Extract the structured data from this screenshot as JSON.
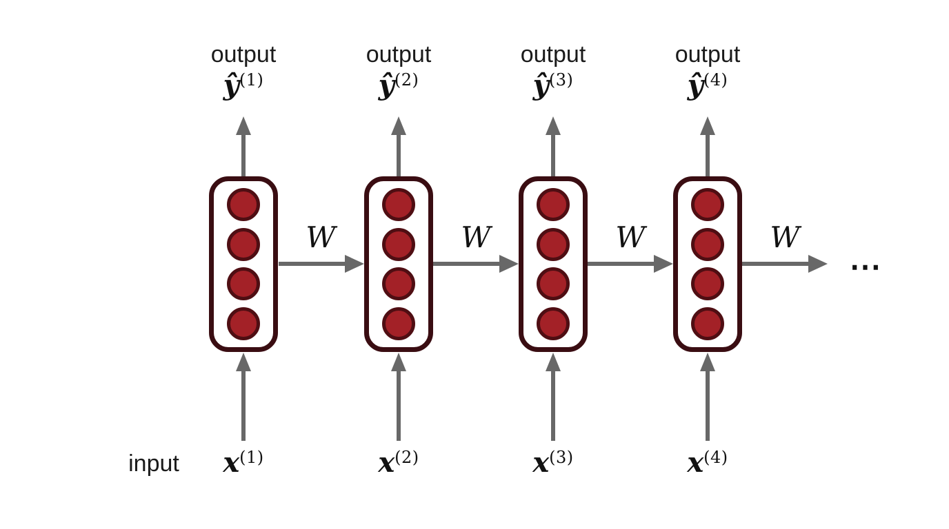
{
  "diagram": {
    "type": "recurrent-neural-network-unrolled",
    "units_per_cell": 4,
    "num_time_steps_shown": 4,
    "continues_with_ellipsis": true
  },
  "labels": {
    "input_caption": "input",
    "ellipsis": "⋯"
  },
  "weights": [
    "W",
    "W",
    "W",
    "W"
  ],
  "time_steps": [
    {
      "output_label": "output",
      "output_var": "ŷ",
      "output_index": "(1)",
      "input_var": "x",
      "input_index": "(1)"
    },
    {
      "output_label": "output",
      "output_var": "ŷ",
      "output_index": "(2)",
      "input_var": "x",
      "input_index": "(2)"
    },
    {
      "output_label": "output",
      "output_var": "ŷ",
      "output_index": "(3)",
      "input_var": "x",
      "input_index": "(3)"
    },
    {
      "output_label": "output",
      "output_var": "ŷ",
      "output_index": "(4)",
      "input_var": "x",
      "input_index": "(4)"
    }
  ],
  "colors": {
    "background": "#ffffff",
    "cell_border": "#3a0d12",
    "unit_fill": "#a32127",
    "unit_border": "#4f0e13",
    "arrow_gray": "#686868",
    "text": "#1b1b1b"
  }
}
